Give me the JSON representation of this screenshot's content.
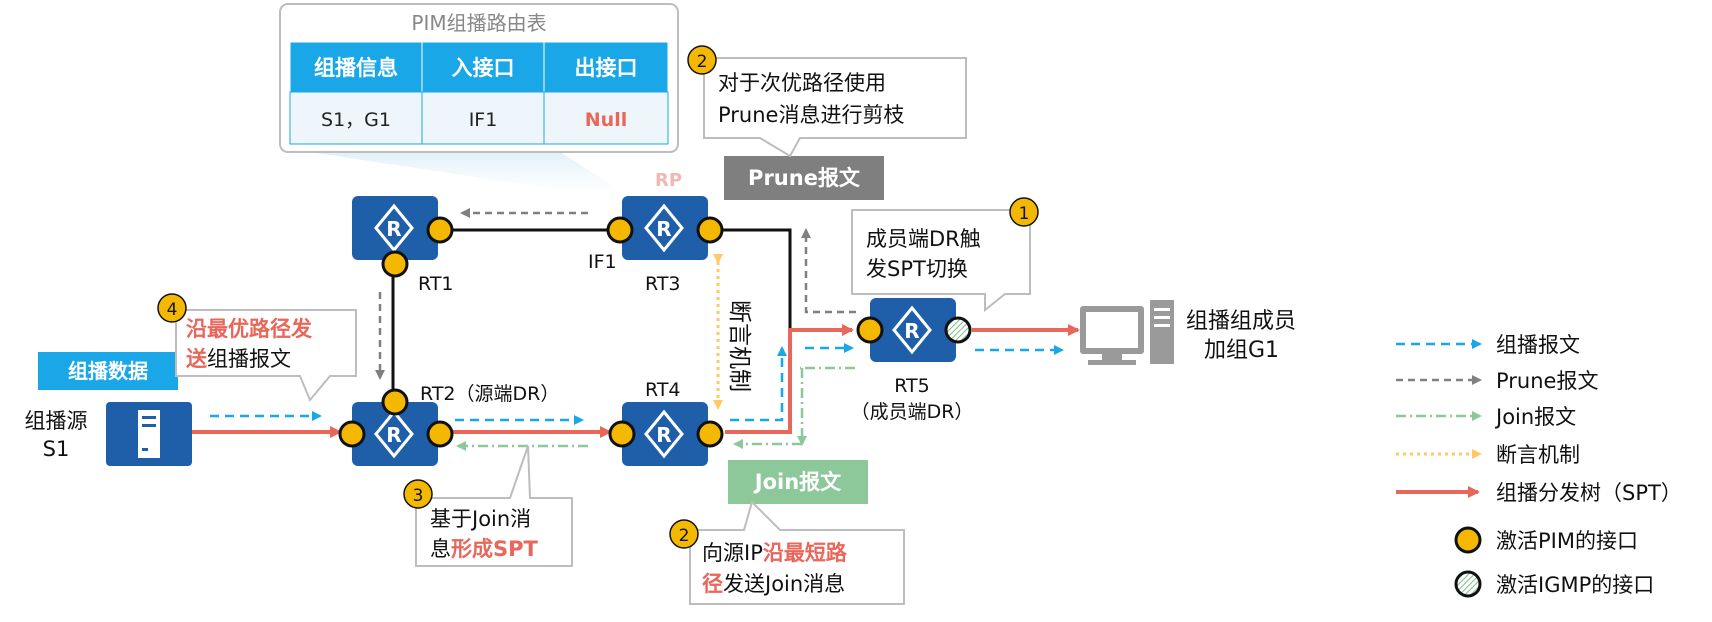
{
  "table": {
    "title": "PIM组播路由表",
    "headers": [
      "组播信息",
      "入接口",
      "出接口"
    ],
    "row": [
      "S1，G1",
      "IF1",
      "Null"
    ]
  },
  "routers": {
    "rt1": "RT1",
    "rt2": "RT2（源端DR）",
    "rt3": "RT3",
    "rp": "RP",
    "if1": "IF1",
    "rt4": "RT4",
    "rt5": "RT5",
    "rt5_sub": "（成员端DR）"
  },
  "source": {
    "label1": "组播源",
    "label2": "S1",
    "badge": "组播数据"
  },
  "receiver": {
    "label1": "组播组成员",
    "label2": "加组G1"
  },
  "badges": {
    "prune": "Prune报文",
    "join": "Join报文"
  },
  "vertical_text": "断言机制",
  "callouts": {
    "c1": {
      "num": "1",
      "line1": "成员端DR触",
      "line2": "发SPT切换"
    },
    "c2a": {
      "num": "2",
      "line1": "对于次优路径使用",
      "line2": "Prune消息进行剪枝"
    },
    "c2b": {
      "num": "2",
      "line1a": "向源IP",
      "line1b": "沿最短路",
      "line2a": "径",
      "line2b": "发送Join消息"
    },
    "c3": {
      "num": "3",
      "line1": "基于Join消",
      "line2a": "息",
      "line2b": "形成SPT"
    },
    "c4": {
      "num": "4",
      "line1": "沿最优路径发",
      "line2a": "送",
      "line2b": "组播报文"
    }
  },
  "legend": {
    "multicast": "组播报文",
    "prune": "Prune报文",
    "join": "Join报文",
    "assert": "断言机制",
    "spt": "组播分发树（SPT）",
    "pim_if": "激活PIM的接口",
    "igmp_if": "激活IGMP的接口"
  },
  "colors": {
    "router": "#1f5faa",
    "pim_port": "#f5b800",
    "spt": "#e8675a",
    "multicast": "#1aa7e8",
    "prune": "#808080",
    "join": "#8cc89a",
    "assert": "#ffc966",
    "table_header": "#1aa7e8",
    "highlight": "#e8675a"
  }
}
